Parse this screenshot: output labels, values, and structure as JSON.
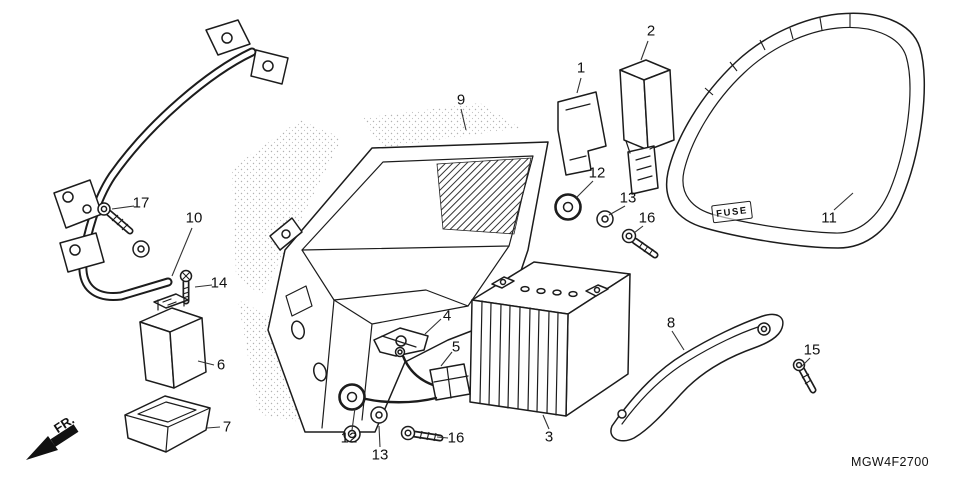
{
  "diagram": {
    "code": "MGW4F2700",
    "fr_label": "FR.",
    "fuse_label": "FUSE",
    "callouts": [
      {
        "number": "1"
      },
      {
        "number": "2"
      },
      {
        "number": "3"
      },
      {
        "number": "4"
      },
      {
        "number": "5"
      },
      {
        "number": "6"
      },
      {
        "number": "7"
      },
      {
        "number": "8"
      },
      {
        "number": "9"
      },
      {
        "number": "10"
      },
      {
        "number": "11"
      },
      {
        "number": "12"
      },
      {
        "number": "12"
      },
      {
        "number": "13"
      },
      {
        "number": "13"
      },
      {
        "number": "14"
      },
      {
        "number": "15"
      },
      {
        "number": "16"
      },
      {
        "number": "16"
      },
      {
        "number": "17"
      }
    ]
  }
}
